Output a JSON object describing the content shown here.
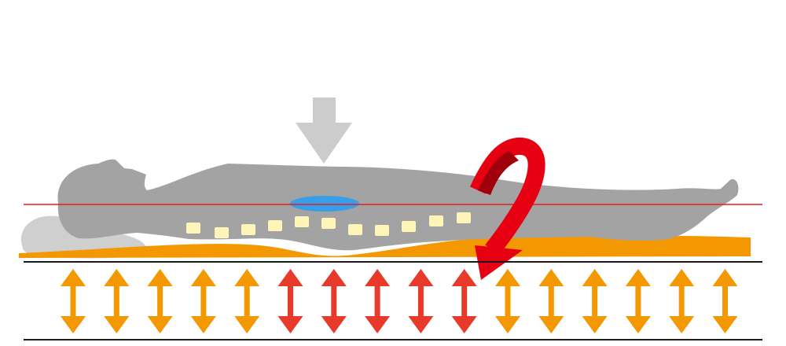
{
  "colors": {
    "background": "#ffffff",
    "body": "#a3a3a3",
    "pillow": "#cfcfcf",
    "mattress": "#f39800",
    "spine_dot": "#fff5b8",
    "pressure_spot": "#2b9ef2",
    "reference_line": "#e02020",
    "base_line": "#1a1a1a",
    "down_arrow": "#cccccc",
    "turn_arrow": "#e60012",
    "turn_arrow_dark": "#a0000c",
    "spring_normal": "#f39800",
    "spring_high": "#e83a2a"
  },
  "icons": {
    "pressure_arrow": "down-arrow-icon",
    "turn_arrow": "curved-arrow-icon",
    "spring": "double-headed-arrow-icon"
  },
  "springs": [
    "normal",
    "normal",
    "normal",
    "normal",
    "normal",
    "high",
    "high",
    "high",
    "high",
    "high",
    "normal",
    "normal",
    "normal",
    "normal",
    "normal",
    "normal"
  ]
}
